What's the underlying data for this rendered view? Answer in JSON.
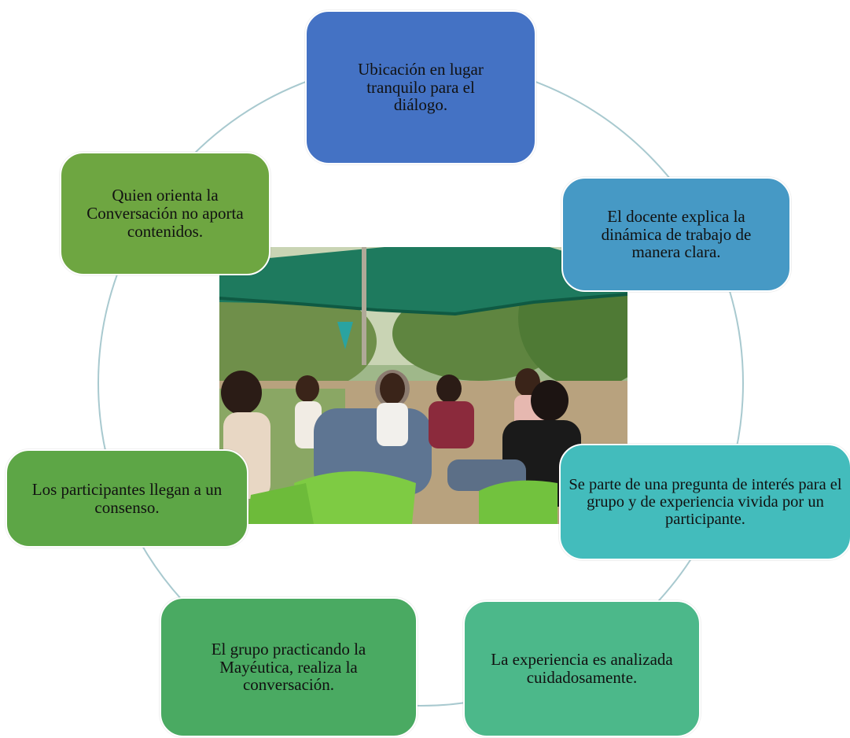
{
  "colors": {
    "box_1": "#4472c4",
    "box_2": "#4699c5",
    "box_3": "#43bcbc",
    "box_4": "#4cb88a",
    "box_5": "#4aaa62",
    "box_6": "#5da646",
    "box_7": "#6ea641",
    "connector": "#a8c9cf"
  },
  "steps": [
    {
      "text": "Ubicación en lugar tranquilo para el diálogo."
    },
    {
      "text": "El docente explica la dinámica de trabajo de manera clara."
    },
    {
      "text": "Se parte de una pregunta de interés para el grupo y de experiencia vivida por un participante."
    },
    {
      "text": "La experiencia es analizada cuidadosamente."
    },
    {
      "text": "El grupo practicando la Mayéutica, realiza la conversación."
    },
    {
      "text": "Los participantes llegan a un consenso."
    },
    {
      "text": "Quien orienta la Conversación no aporta contenidos."
    }
  ],
  "photo": {
    "subject": "group-conversation-under-umbrella"
  }
}
